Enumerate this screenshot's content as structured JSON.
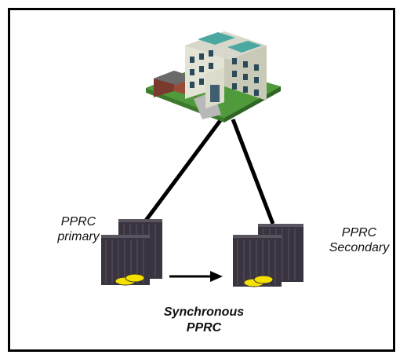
{
  "labels": {
    "primary_line1": "PPRC",
    "primary_line2": "primary",
    "secondary_line1": "PPRC",
    "secondary_line2": "Secondary",
    "sync_line1": "Synchronous",
    "sync_line2": "PPRC"
  },
  "icons": {
    "building": "office-building-icon",
    "primary": "storage-server-icon",
    "secondary": "storage-server-icon"
  },
  "colors": {
    "link": "#000000",
    "server_body": "#3a3440",
    "server_stripe": "#5a5360",
    "disk": "#f5e000",
    "grass": "#4f9a3a"
  }
}
